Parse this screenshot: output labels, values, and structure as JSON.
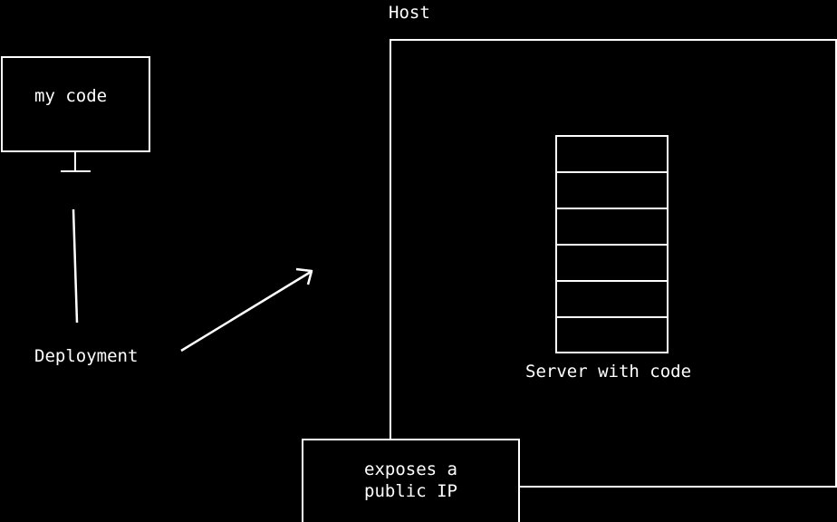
{
  "host": {
    "label": "Host"
  },
  "computer": {
    "label": "my code"
  },
  "deployment": {
    "label": "Deployment"
  },
  "server": {
    "label": "Server with code",
    "shelf_count": 6
  },
  "public_ip": {
    "line1": "exposes a",
    "line2": "public IP"
  },
  "colors": {
    "background": "#000000",
    "stroke": "#ffffff"
  }
}
